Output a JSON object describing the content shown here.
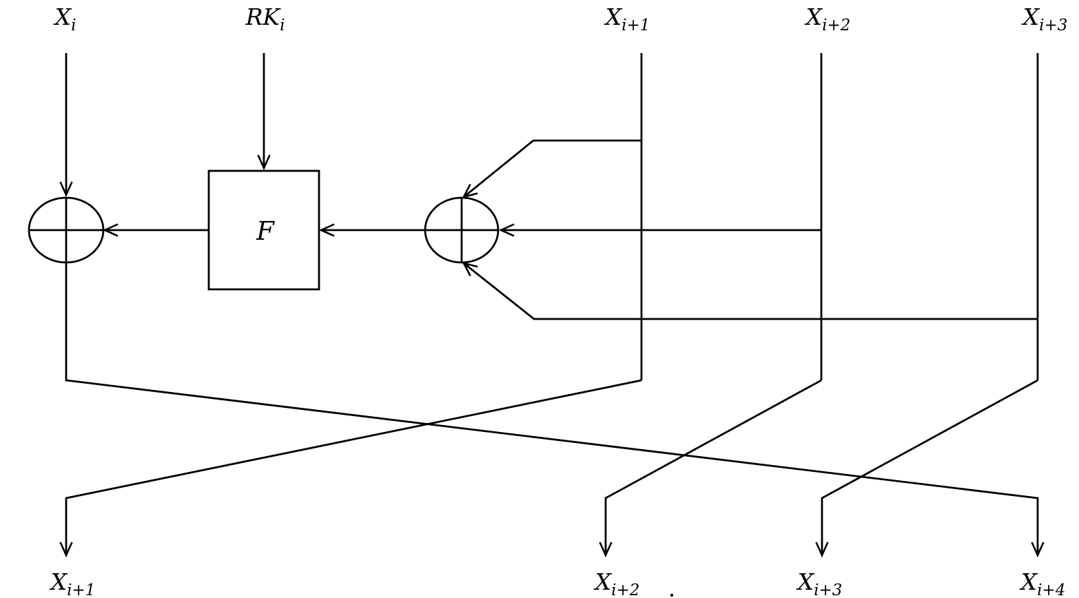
{
  "diagram": {
    "kind": "cipher-round-structure",
    "labels": {
      "top": [
        {
          "base": "X",
          "sub": "i"
        },
        {
          "base": "RK",
          "sub": "i"
        },
        {
          "base": "X",
          "sub": "i+1"
        },
        {
          "base": "X",
          "sub": "i+2"
        },
        {
          "base": "X",
          "sub": "i+3"
        }
      ],
      "bottom": [
        {
          "base": "X",
          "sub": "i+1"
        },
        {
          "base": "X",
          "sub": "i+2"
        },
        {
          "base": "X",
          "sub": "i+3"
        },
        {
          "base": "X",
          "sub": "i+4"
        }
      ]
    },
    "nodes": {
      "round_function": "F",
      "xor_operator": "xor"
    },
    "colors": {
      "ink": "#000000",
      "background": "#ffffff"
    }
  }
}
